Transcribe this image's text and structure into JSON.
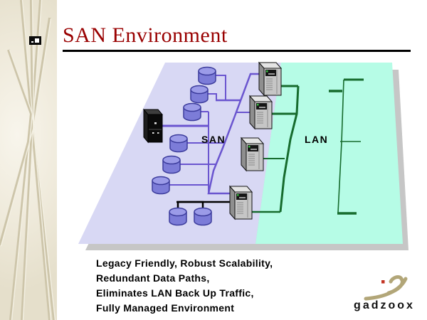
{
  "slide": {
    "title": "SAN Environment",
    "body_lines": [
      "Legacy Friendly, Robust Scalability,",
      "Redundant Data Paths,",
      "Eliminates LAN Back Up Traffic,",
      "Fully Managed Environment"
    ]
  },
  "diagram": {
    "san_label": "SAN",
    "lan_label": "LAN",
    "disk_count": 8,
    "gateway_server_count": 4,
    "black_server_count": 1,
    "colors": {
      "title_text": "#990000",
      "san_region_fill": "#D8D8F4",
      "lan_region_fill": "#B6FCE6",
      "san_line": "#6A55CF",
      "lan_line": "#166B2D",
      "storage_bus_line": "#000000",
      "region_shadow": "#C6C6C6",
      "disk_fill": "#7C7CD8"
    }
  },
  "logo": {
    "text": "gadzoox",
    "swoosh_color": "#B2A678",
    "dot_color": "#C23222"
  }
}
